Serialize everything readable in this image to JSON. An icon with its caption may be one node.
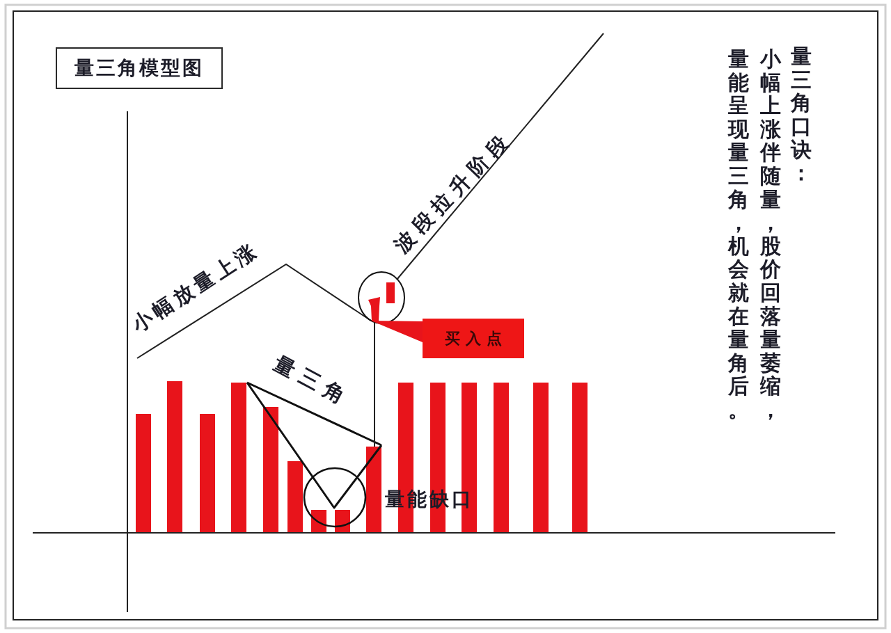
{
  "diagram": {
    "title": "量三角模型图",
    "nodes": [
      {
        "text": [
          "买入点"
        ]
      },
      {
        "text": [],
        "shape": "circle"
      }
    ],
    "edges": [
      {
        "from": 0,
        "to": 1,
        "arrow": "none"
      }
    ],
    "labels": [
      "小幅放量上涨",
      "波段拉升阶段",
      "量三角",
      "量能缺口",
      "量三角口诀：",
      "小幅上涨伴随量，股价回落量萎缩，",
      "量能呈现量三角，机会就在量角后。"
    ]
  }
}
